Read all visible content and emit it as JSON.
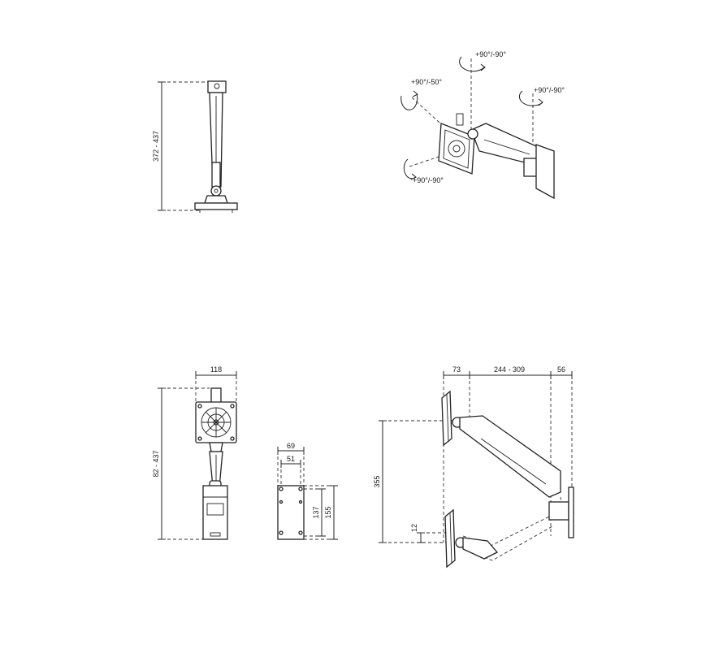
{
  "side_view": {
    "height_label": "372 - 437"
  },
  "rotation_view": {
    "tilt_label": "+90°/-50°",
    "top_swivel_label": "+90°/-90°",
    "right_swivel_label": "+90°/-90°",
    "rotate_label": "+90°/-90°"
  },
  "front_view": {
    "width_label": "118",
    "height_label": "82 - 437"
  },
  "wall_plate": {
    "outer_width_label": "69",
    "inner_width_label": "51",
    "inner_height_label": "137",
    "outer_height_label": "155"
  },
  "reach_view": {
    "offset_label": "73",
    "reach_label": "244 - 309",
    "depth_label": "56",
    "vertical_travel_label": "355",
    "drop_label": "12"
  }
}
